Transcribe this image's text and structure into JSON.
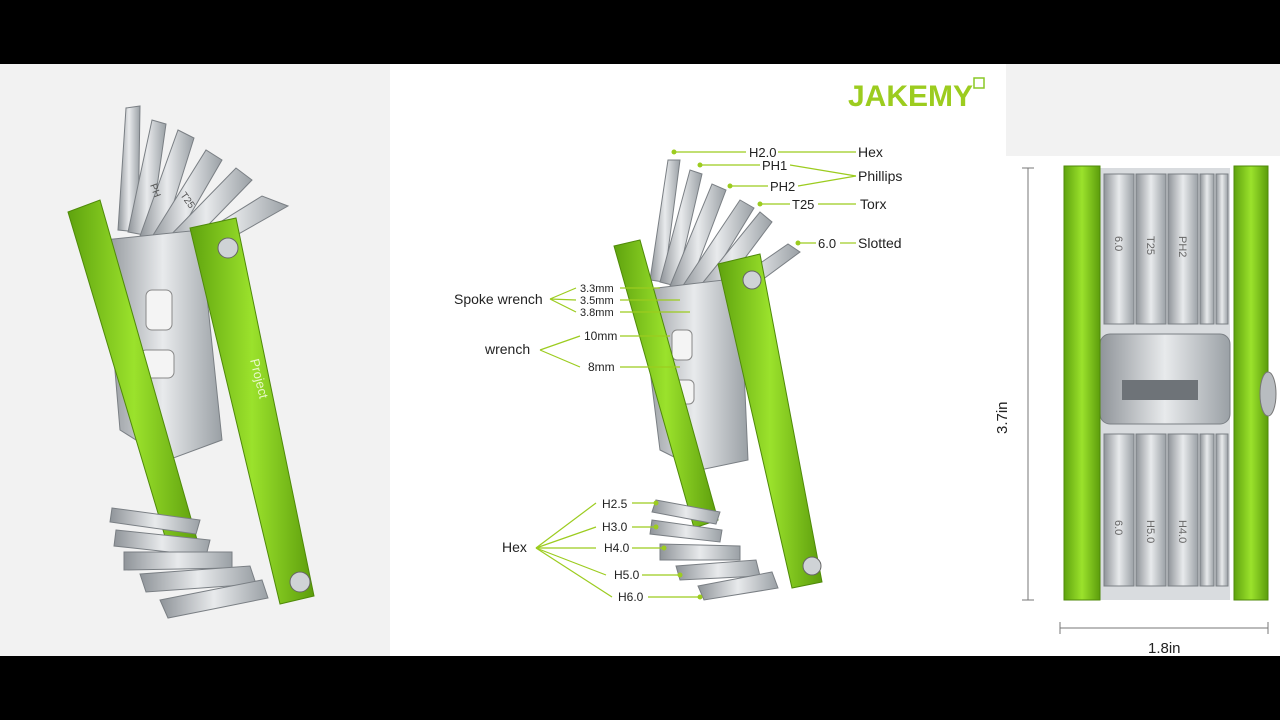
{
  "brand": {
    "logo_text": "JAKEMY",
    "accent": "#8ac926"
  },
  "colors": {
    "tool_green": "#86d21a",
    "metal": "#b8bcc0",
    "leader_line": "#9ccc1f"
  },
  "callouts": {
    "h20": "H2.0",
    "hex_top": "Hex",
    "ph1": "PH1",
    "ph2": "PH2",
    "phillips": "Phillips",
    "t25": "T25",
    "torx": "Torx",
    "s60": "6.0",
    "slotted": "Slotted",
    "spoke_wrench": "Spoke wrench",
    "mm33": "3.3mm",
    "mm35": "3.5mm",
    "mm38": "3.8mm",
    "wrench": "wrench",
    "mm10": "10mm",
    "mm8": "8mm",
    "hex_bottom": "Hex",
    "h25": "H2.5",
    "h30": "H3.0",
    "h40": "H4.0",
    "h50": "H5.0",
    "h60": "H6.0"
  },
  "dimensions": {
    "height": "3.7in",
    "width": "1.8in"
  },
  "tool_markings": {
    "bits": [
      "6.0",
      "T25",
      "PH2"
    ],
    "hex_bits": [
      "6.0",
      "H5.0",
      "H4.0"
    ]
  }
}
